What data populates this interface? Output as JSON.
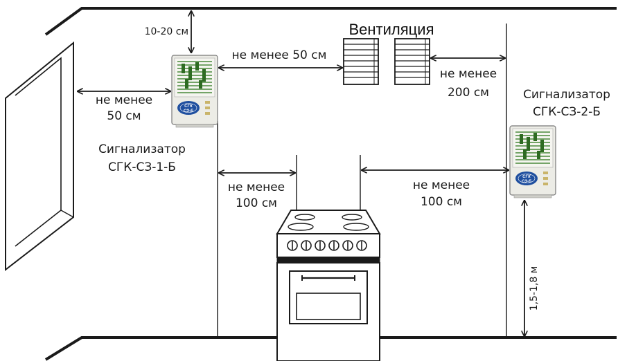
{
  "labels": {
    "ventilation": "Вентиляция",
    "ceiling_gap": "10-20 см",
    "detector_to_vent": "не менее 50 см",
    "window_gap_line1": "не менее",
    "window_gap_line2": "50 см",
    "vent_to_wall_line1": "не менее",
    "vent_to_wall_line2": "200 см",
    "detector1_line1": "Сигнализатор",
    "detector1_line2": "СГК-СЗ-1-Б",
    "detector2_line1": "Сигнализатор",
    "detector2_line2": "СГК-СЗ-2-Б",
    "stove_left_line1": "не менее",
    "stove_left_line2": "100 см",
    "stove_right_line1": "не менее",
    "stove_right_line2": "100 см",
    "floor_height": "1,5-1,8 м"
  },
  "detector_logo": {
    "brand": "СГК",
    "model": "СЗ-Б"
  },
  "colors": {
    "line": "#1a1a1a",
    "detector_body": "#ecece6",
    "detector_grille": "#4a8a3a",
    "logo": "#1f4f9f"
  }
}
